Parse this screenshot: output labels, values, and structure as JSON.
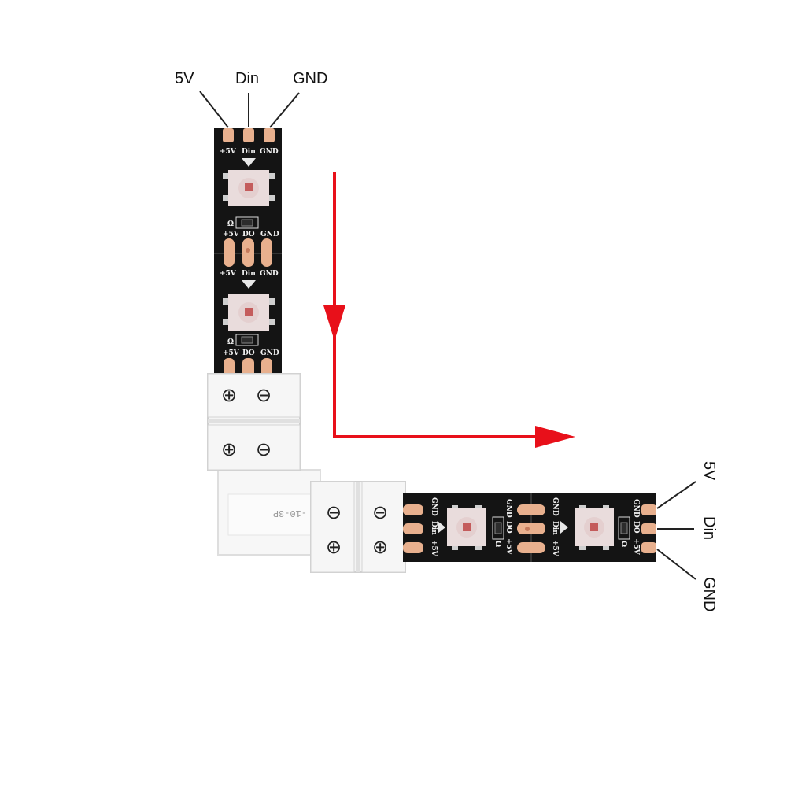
{
  "labels": {
    "top_5v": "5V",
    "top_din": "Din",
    "top_gnd": "GND",
    "right_5v": "5V",
    "right_din": "Din",
    "right_gnd": "GND"
  },
  "strip_silkscreen": {
    "plus5v": "+5V",
    "din": "Din",
    "gnd": "GND",
    "do": "DO",
    "resistor": "Ω"
  },
  "connector": {
    "print": "-10-3P",
    "plus_symbol": "⊕",
    "minus_symbol": "⊖"
  },
  "colors": {
    "pcb": "#141414",
    "pad": "#e8b08e",
    "arrow": "#e8101a",
    "connector": "#f4f4f4",
    "led_body": "#e9dcdc",
    "leader": "#222222"
  }
}
